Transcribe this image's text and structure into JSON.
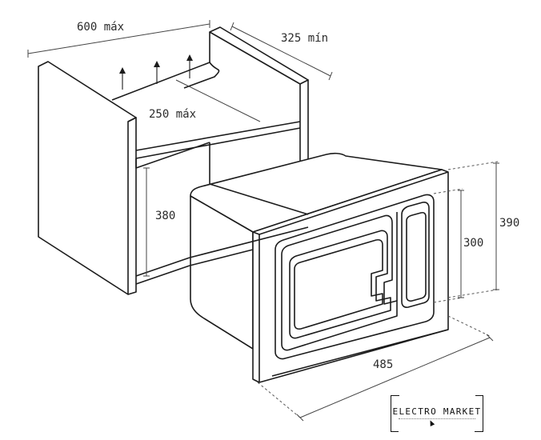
{
  "dimensions": {
    "cabinet_width": "600 máx",
    "cabinet_depth": "325 mín",
    "back_opening": "250 máx",
    "opening_height": "380",
    "oven_height_total": "390",
    "oven_height_body": "300",
    "oven_width": "485"
  },
  "logo": {
    "text": "ELECTRO MARKET"
  },
  "icons": {
    "vent_arrows": "up-arrow-icon"
  },
  "colors": {
    "line": "#1c1c1c",
    "text": "#2b2b2b",
    "background": "#ffffff"
  }
}
